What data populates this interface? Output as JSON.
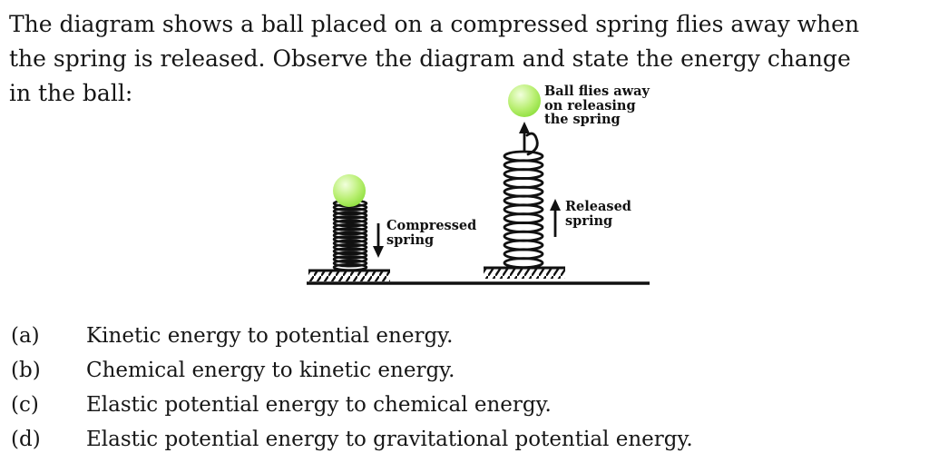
{
  "question": {
    "lines": [
      "The diagram shows a ball placed on a compressed spring flies away when",
      "the spring is released. Observe the diagram and state the energy change",
      "in the ball:"
    ]
  },
  "diagram": {
    "labels": {
      "ball_flies": "Ball flies away\non releasing\nthe spring",
      "compressed": "Compressed\nspring",
      "released": "Released\nspring"
    },
    "colors": {
      "ink": "#111111",
      "ball_highlight": "#f2ffdd",
      "ball_mid": "#b9ef72",
      "ball_edge": "#84db31"
    }
  },
  "options": [
    {
      "letter": "(a)",
      "text": "Kinetic energy to potential energy."
    },
    {
      "letter": "(b)",
      "text": "Chemical energy to kinetic energy."
    },
    {
      "letter": "(c)",
      "text": "Elastic potential energy to chemical energy."
    },
    {
      "letter": "(d)",
      "text": "Elastic potential energy to gravitational potential energy."
    }
  ]
}
